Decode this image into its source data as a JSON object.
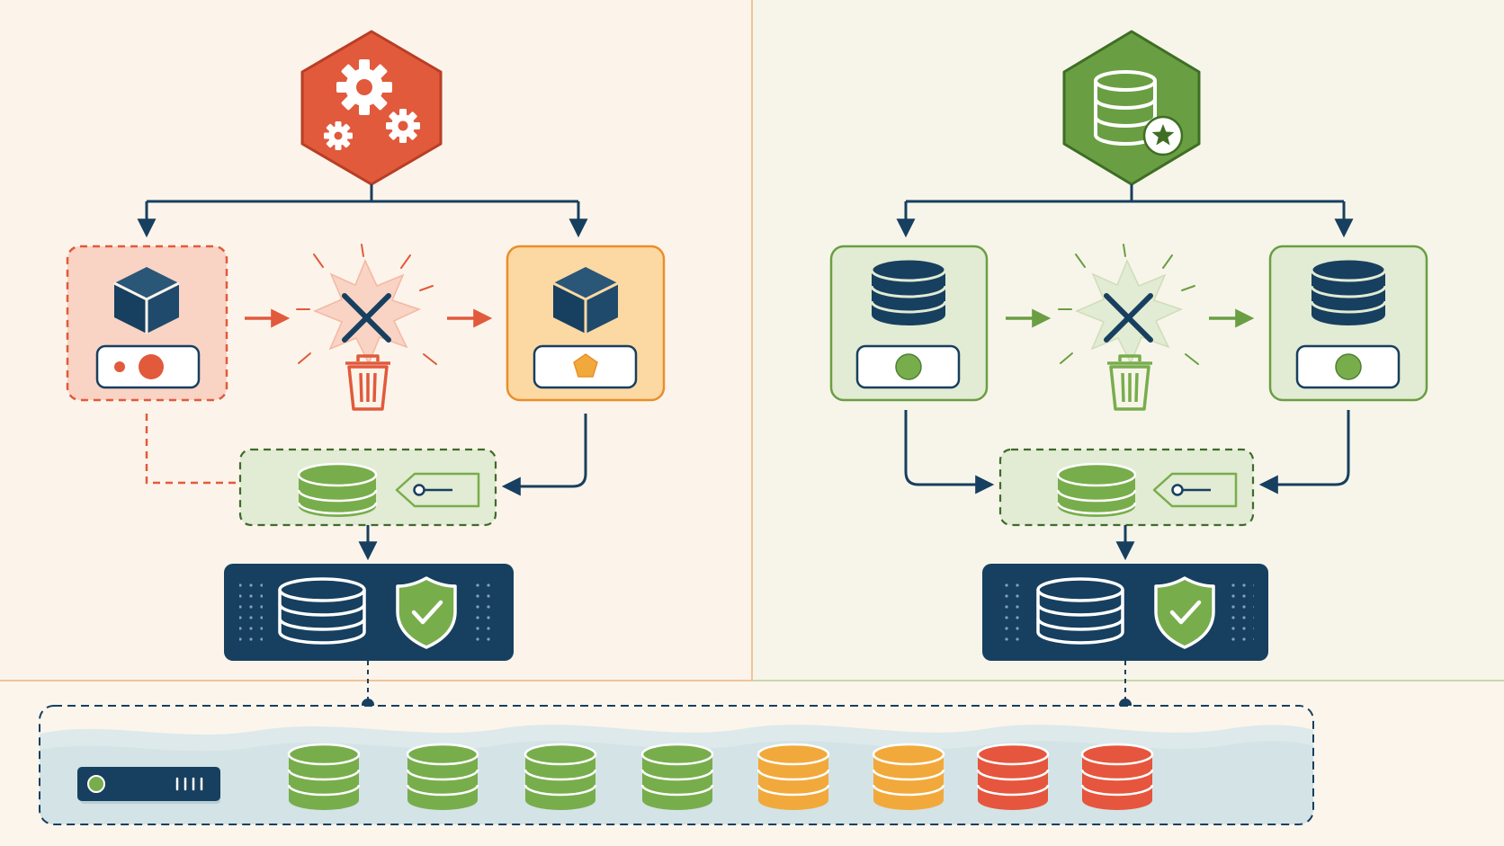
{
  "colors": {
    "navy": "#173f5f",
    "red": "#e15a3c",
    "red_fill": "#f9d3c4",
    "orange": "#e98f2a",
    "orange_fill": "#fcd9a3",
    "green": "#6a9e43",
    "green_fill": "#e2ebd3",
    "green_cylinder": "#78ad4c",
    "yellow_cylinder": "#f2a93b",
    "red_cylinder": "#e6553d",
    "left_bg": "#fcf4ea",
    "right_bg": "#f7f5ea",
    "storage_water": "#d3e3e6"
  },
  "left_panel": {
    "root": {
      "icon": "gears-icon"
    },
    "old_node": {
      "icon": "cube-icon",
      "status_icons": [
        "small-red-dot-icon",
        "red-dot-icon"
      ]
    },
    "deleted": {
      "icons": [
        "x-icon",
        "burst-icon",
        "trash-icon"
      ]
    },
    "new_node": {
      "icon": "cube-icon",
      "status_icon": "orange-pentagon-icon"
    },
    "claim": {
      "icons": [
        "green-database-icon",
        "tag-icon"
      ]
    },
    "volume": {
      "icons": [
        "database-icon",
        "shield-check-icon"
      ]
    }
  },
  "right_panel": {
    "root": {
      "icon": "database-star-icon"
    },
    "old_node": {
      "icon": "database-icon",
      "status_icon": "green-dot-icon"
    },
    "deleted": {
      "icons": [
        "x-icon",
        "burst-icon",
        "trash-icon"
      ]
    },
    "new_node": {
      "icon": "database-icon",
      "status_icon": "green-dot-icon"
    },
    "claim": {
      "icons": [
        "green-database-icon",
        "tag-icon"
      ]
    },
    "volume": {
      "icons": [
        "database-icon",
        "shield-check-icon"
      ]
    }
  },
  "storage_pool": {
    "device_icon": "storage-server-icon",
    "disks": [
      {
        "status": "green"
      },
      {
        "status": "green"
      },
      {
        "status": "green"
      },
      {
        "status": "green"
      },
      {
        "status": "yellow"
      },
      {
        "status": "yellow"
      },
      {
        "status": "red"
      },
      {
        "status": "red"
      }
    ]
  }
}
